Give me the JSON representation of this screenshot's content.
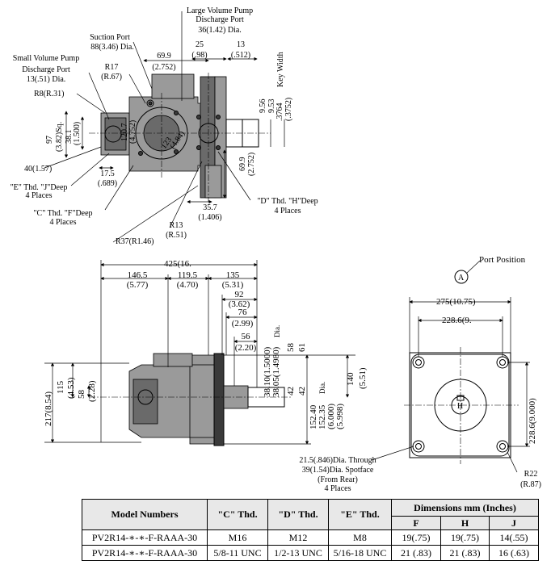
{
  "top_view": {
    "large_port": [
      "Large Volume Pump",
      "Discharge Port",
      "36(1.42) Dia."
    ],
    "suction": [
      "Suction Port",
      "88(3.46) Dia."
    ],
    "small_port": [
      "Small Volume Pump",
      "Discharge Port",
      "13(.51) Dia."
    ],
    "r8": "R8(R.31)",
    "r17": [
      "R17",
      "(R.67)"
    ],
    "d69_top": [
      "69.9",
      "(2.752)"
    ],
    "d25": [
      "25",
      "(.98)"
    ],
    "d13": [
      "13",
      "(.512)"
    ],
    "key_width": "Key Width",
    "key": [
      "9.56",
      "9.53",
      ".3764",
      "(.3752)"
    ],
    "sq": [
      "97",
      "(3.82)Sq."
    ],
    "d38": [
      "38.1",
      "(1.500)"
    ],
    "d123": [
      "123",
      "(4.84)"
    ],
    "d120": [
      "120.7",
      "(4.752)"
    ],
    "d40": "40(1.57)",
    "d17": [
      "17.5",
      "(.689)"
    ],
    "e_thd": [
      "\"E\" Thd. \"J\"Deep",
      "4 Places"
    ],
    "c_thd": [
      "\"C\" Thd. \"F\"Deep",
      "4 Places"
    ],
    "d_thd": [
      "\"D\" Thd. \"H\"Deep",
      "4 Places"
    ],
    "d69_right": [
      "69.9",
      "(2.752)"
    ],
    "d35": [
      "35.7",
      "(1.406)"
    ],
    "r13": [
      "R13",
      "(R.51)"
    ],
    "r37": "R37(R1.46)"
  },
  "side_view": {
    "overall": "425(16.",
    "d146": [
      "146.5",
      "(5.77)"
    ],
    "d119": [
      "119.5",
      "(4.70)"
    ],
    "d135": [
      "135",
      "(5.31)"
    ],
    "d92": [
      "92",
      "(3.62)"
    ],
    "d76": [
      "76",
      "(2.99)"
    ],
    "d56": [
      "56",
      "(2.20)"
    ],
    "d38a": [
      "38.10(1.5000)",
      "38.05(1.4980)",
      "Dia."
    ],
    "d58v": [
      "58",
      "61"
    ],
    "d42v": [
      "42",
      "42"
    ],
    "d152": [
      "152.40",
      "152.35",
      "(6.000)",
      "(5.998)",
      "Dia."
    ],
    "d140": [
      "140",
      "(5.51)"
    ],
    "d217": "217(8.54)",
    "d115": [
      "115",
      "(4.53)"
    ],
    "d58h": [
      "58",
      "(2.28)"
    ]
  },
  "end_view": {
    "port_position": "Port Position",
    "port_letter": "A",
    "d275": "275(10.75)",
    "d228h": "228.6(9.",
    "d228v": "228.6(9.000)",
    "mark_h": "H",
    "through": [
      "21.5(.846)Dia. Through",
      "39(1.54)Dia. Spotface",
      "(From Rear)",
      "4 Places"
    ],
    "r22": [
      "R22",
      "(R.87)"
    ]
  },
  "table": {
    "headers": {
      "model": "Model Numbers",
      "c": "\"C\" Thd.",
      "d": "\"D\" Thd.",
      "e": "\"E\" Thd.",
      "dims": "Dimensions mm (Inches)",
      "f": "F",
      "h": "H",
      "j": "J"
    },
    "rows": [
      [
        "PV2R14-∗-∗-F-RAAA-30",
        "M16",
        "M12",
        "M8",
        "19(.75)",
        "19(.75)",
        "14(.55)"
      ],
      [
        "PV2R14-∗-∗-F-RAAA-30",
        "5/8-11 UNC",
        "1/2-13 UNC",
        "5/16-18 UNC",
        "21 (.83)",
        "21 (.83)",
        "16 (.63)"
      ]
    ]
  }
}
